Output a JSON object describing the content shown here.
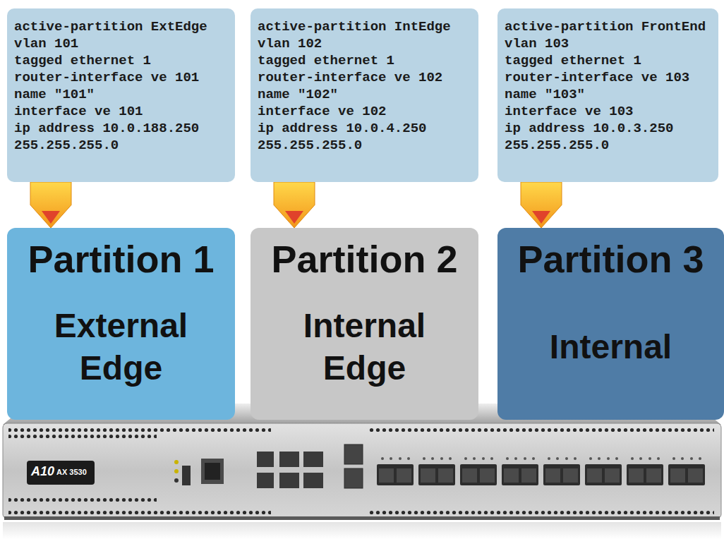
{
  "diagram": {
    "nodes": [
      {
        "text": [
          "active-partition ExtEdge",
          "vlan 101",
          "tagged ethernet 1",
          "router-interface ve 101",
          "name \"101\"",
          "interface ve 101",
          "ip address 10.0.188.250 255.255.255.0"
        ]
      },
      {
        "text": [
          "active-partition IntEdge",
          "vlan 102",
          "tagged ethernet 1",
          "router-interface ve 102",
          "name \"102\"",
          "interface ve 102",
          "ip address 10.0.4.250 255.255.255.0"
        ]
      },
      {
        "text": [
          "active-partition FrontEnd",
          "vlan 103",
          "tagged ethernet 1",
          "router-interface ve 103",
          "name \"103\"",
          "interface ve 103",
          "ip address 10.0.3.250 255.255.255.0"
        ]
      },
      {
        "text": [
          "Partition 1",
          "External Edge"
        ]
      },
      {
        "text": [
          "Partition 2",
          "Internal Edge"
        ]
      },
      {
        "text": [
          "Partition 3",
          "Internal"
        ]
      }
    ],
    "edges": [
      {
        "from": 0,
        "to": 3,
        "arrow": "to"
      },
      {
        "from": 1,
        "to": 4,
        "arrow": "to"
      },
      {
        "from": 2,
        "to": 5,
        "arrow": "to"
      }
    ],
    "labels": [
      "A10",
      "AX 3530"
    ]
  }
}
